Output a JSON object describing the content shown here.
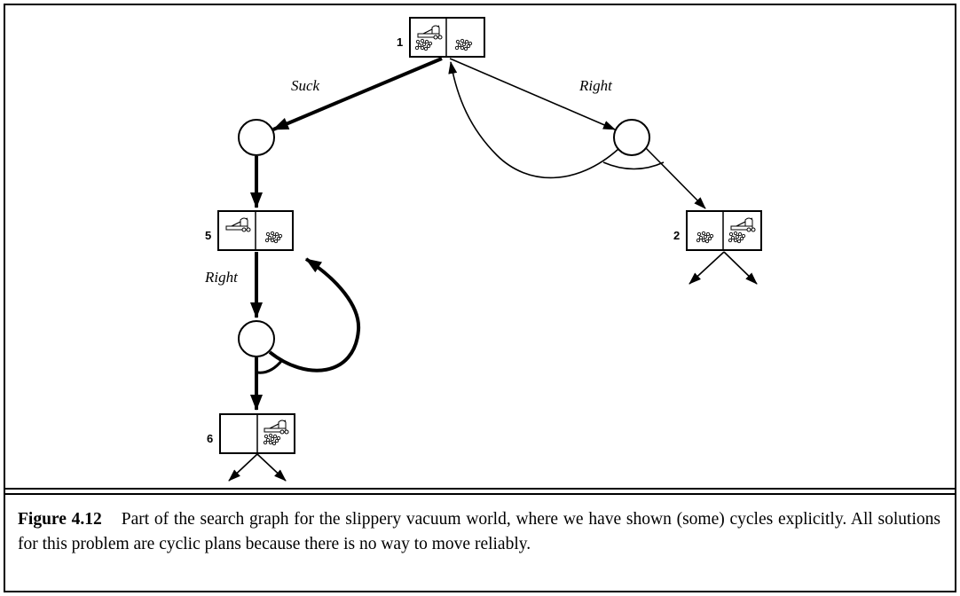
{
  "figure": {
    "label": "Figure 4.12",
    "caption": "Part of the search graph for the slippery vacuum world, where we have shown (some) cycles explicitly. All solutions for this problem are cyclic plans because there is no way to move reliably."
  },
  "states": [
    {
      "id": "1",
      "left_cell": {
        "vacuum": true,
        "dirt": true
      },
      "right_cell": {
        "vacuum": false,
        "dirt": true
      }
    },
    {
      "id": "2",
      "left_cell": {
        "vacuum": false,
        "dirt": true
      },
      "right_cell": {
        "vacuum": true,
        "dirt": true
      }
    },
    {
      "id": "5",
      "left_cell": {
        "vacuum": true,
        "dirt": false
      },
      "right_cell": {
        "vacuum": false,
        "dirt": true
      }
    },
    {
      "id": "6",
      "left_cell": {
        "vacuum": false,
        "dirt": false
      },
      "right_cell": {
        "vacuum": true,
        "dirt": true
      }
    }
  ],
  "actions": [
    {
      "label": "Suck",
      "from_state": "1",
      "highlighted": true
    },
    {
      "label": "Right",
      "from_state": "1",
      "highlighted": false
    },
    {
      "label": "Right",
      "from_state": "5",
      "highlighted": true
    }
  ]
}
